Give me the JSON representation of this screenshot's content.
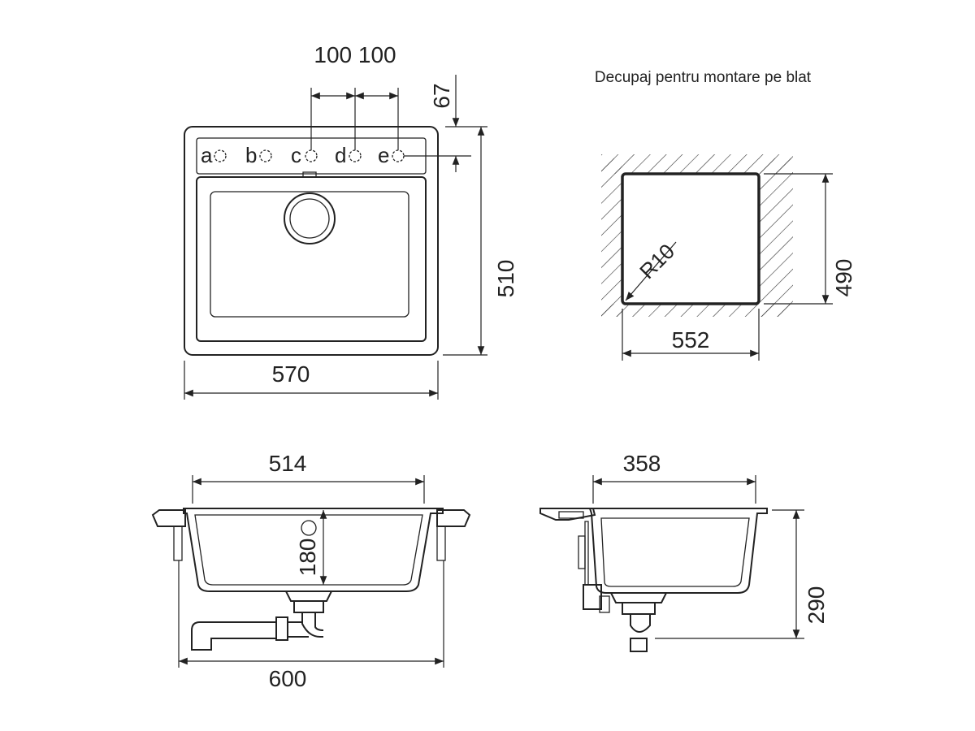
{
  "note": "Decupaj pentru montare pe blat",
  "top_view": {
    "hole_spacing_label": "100 100",
    "offset_label": "67",
    "width_label": "570",
    "height_label": "510",
    "tap_holes": [
      "a",
      "b",
      "c",
      "d",
      "e"
    ]
  },
  "cutout": {
    "width_label": "552",
    "height_label": "490",
    "radius_label": "R10"
  },
  "front_section": {
    "inner_width_label": "514",
    "outer_width_label": "600",
    "depth_label": "180"
  },
  "side_section": {
    "width_label": "358",
    "height_label": "290"
  }
}
